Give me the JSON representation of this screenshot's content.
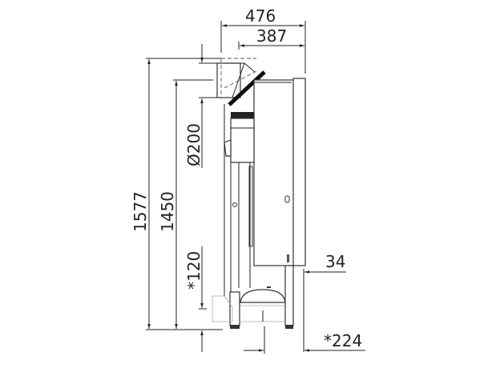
{
  "drawing": {
    "dimensions": {
      "overall_depth": "476",
      "body_depth": "387",
      "overall_height": "1577",
      "body_height": "1450",
      "flue_diameter": "Ø200",
      "bottom_clearance": "*120",
      "rear_offset": "34",
      "leg_offset": "*224"
    }
  }
}
